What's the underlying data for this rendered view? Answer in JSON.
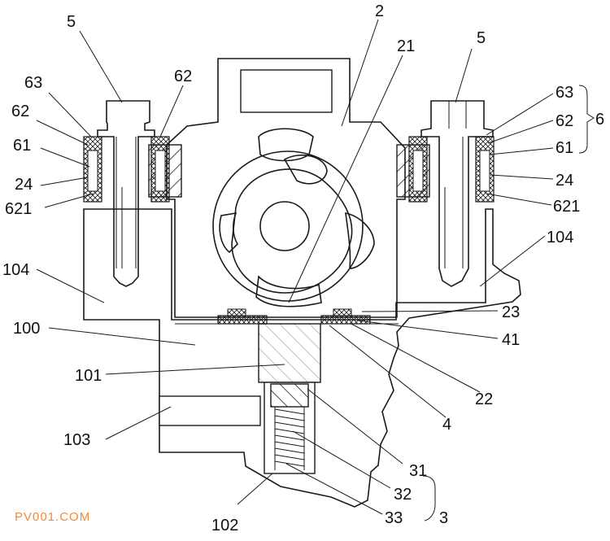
{
  "labels": {
    "l5a": "5",
    "l5b": "5",
    "l2": "2",
    "l21": "21",
    "l63a": "63",
    "l62a": "62",
    "l62b": "62",
    "l61a": "61",
    "l24a": "24",
    "l621a": "621",
    "l63b": "63",
    "l62c": "62",
    "l61b": "61",
    "l24b": "24",
    "l621b": "621",
    "l6": "6",
    "l104a": "104",
    "l104b": "104",
    "l100": "100",
    "l23": "23",
    "l41": "41",
    "l101": "101",
    "l22": "22",
    "l103": "103",
    "l4": "4",
    "l31": "31",
    "l32": "32",
    "l33": "33",
    "l102": "102",
    "l3": "3"
  },
  "watermark": "PV001.COM",
  "colors": {
    "line": "#1a1a1a",
    "watermark": "#f08a3c",
    "background": "#ffffff"
  }
}
